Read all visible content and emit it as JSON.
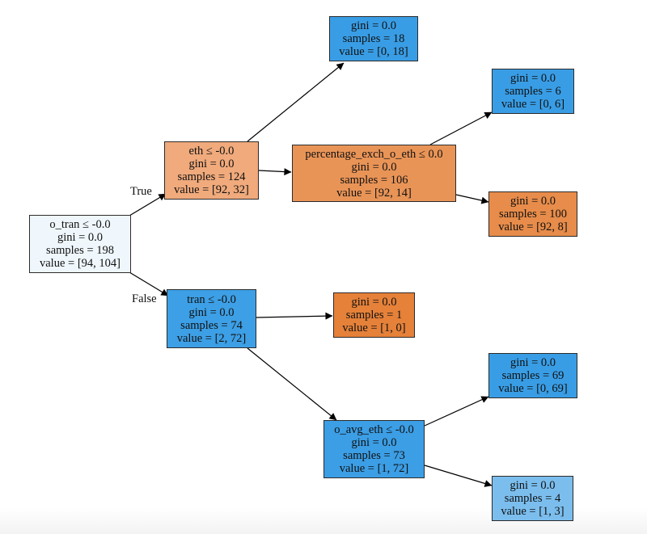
{
  "diagram": {
    "type": "decision-tree",
    "colors": {
      "class0_strong": "#e58139",
      "class0_medium": "#ea9a61",
      "class0_light": "#f0aa7c",
      "class1_strong": "#399de5",
      "class1_light": "#7bbeee",
      "root": "#eff7fd",
      "border": "#2b2b2b",
      "edge": "#000000"
    },
    "edge_labels": {
      "true": "True",
      "false": "False"
    },
    "nodes": [
      {
        "id": "root",
        "split": "o_tran ≤ -0.0",
        "gini": "gini = 0.0",
        "samples": "samples = 198",
        "value": "value = [94, 104]",
        "color": "#eff7fd"
      },
      {
        "id": "eth",
        "split": "eth ≤ -0.0",
        "gini": "gini = 0.0",
        "samples": "samples = 124",
        "value": "value = [92, 32]",
        "color": "#f0aa7c"
      },
      {
        "id": "tran",
        "split": "tran ≤ -0.0",
        "gini": "gini = 0.0",
        "samples": "samples = 74",
        "value": "value = [2, 72]",
        "color": "#3d9fe5"
      },
      {
        "id": "leaf18",
        "split": null,
        "gini": "gini = 0.0",
        "samples": "samples = 18",
        "value": "value = [0, 18]",
        "color": "#399de5"
      },
      {
        "id": "pct",
        "split": "percentage_exch_o_eth ≤ 0.0",
        "gini": "gini = 0.0",
        "samples": "samples = 106",
        "value": "value = [92, 14]",
        "color": "#e99457"
      },
      {
        "id": "leaf6",
        "split": null,
        "gini": "gini = 0.0",
        "samples": "samples = 6",
        "value": "value = [0, 6]",
        "color": "#399de5"
      },
      {
        "id": "leaf100",
        "split": null,
        "gini": "gini = 0.0",
        "samples": "samples = 100",
        "value": "value = [92, 8]",
        "color": "#e78c4a"
      },
      {
        "id": "leaf1",
        "split": null,
        "gini": "gini = 0.0",
        "samples": "samples = 1",
        "value": "value = [1, 0]",
        "color": "#e58139"
      },
      {
        "id": "oavg",
        "split": "o_avg_eth ≤ -0.0",
        "gini": "gini = 0.0",
        "samples": "samples = 73",
        "value": "value = [1, 72]",
        "color": "#3c9ee5"
      },
      {
        "id": "leaf69",
        "split": null,
        "gini": "gini = 0.0",
        "samples": "samples = 69",
        "value": "value = [0, 69]",
        "color": "#399de5"
      },
      {
        "id": "leaf4",
        "split": null,
        "gini": "gini = 0.0",
        "samples": "samples = 4",
        "value": "value = [1, 3]",
        "color": "#7bbeee"
      }
    ],
    "edges": [
      {
        "from": "root",
        "to": "eth",
        "label": "True"
      },
      {
        "from": "root",
        "to": "tran",
        "label": "False"
      },
      {
        "from": "eth",
        "to": "leaf18",
        "label": null
      },
      {
        "from": "eth",
        "to": "pct",
        "label": null
      },
      {
        "from": "pct",
        "to": "leaf6",
        "label": null
      },
      {
        "from": "pct",
        "to": "leaf100",
        "label": null
      },
      {
        "from": "tran",
        "to": "leaf1",
        "label": null
      },
      {
        "from": "tran",
        "to": "oavg",
        "label": null
      },
      {
        "from": "oavg",
        "to": "leaf69",
        "label": null
      },
      {
        "from": "oavg",
        "to": "leaf4",
        "label": null
      }
    ]
  }
}
